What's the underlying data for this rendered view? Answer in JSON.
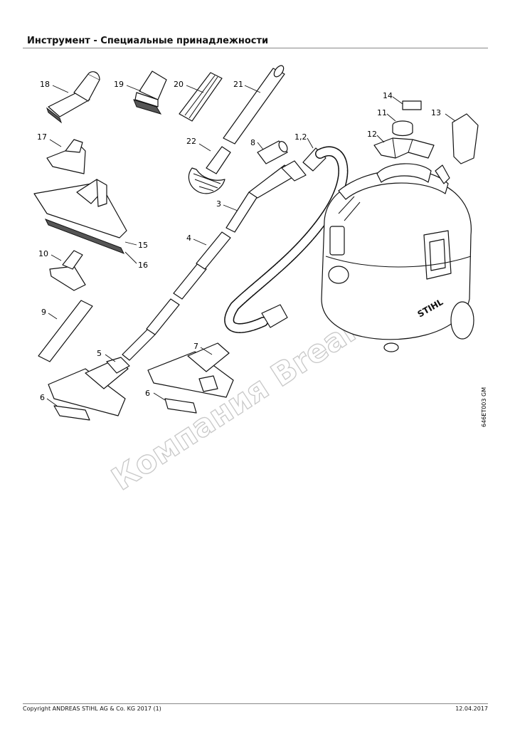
{
  "header": {
    "title": "Инструмент - Специальные принадлежности"
  },
  "callouts": {
    "c18": "18",
    "c19": "19",
    "c20": "20",
    "c21": "21",
    "c22": "22",
    "c17": "17",
    "c15": "15",
    "c16": "16",
    "c10": "10",
    "c9": "9",
    "c5": "5",
    "c6a": "6",
    "c6b": "6",
    "c7": "7",
    "c4": "4",
    "c3": "3",
    "c8": "8",
    "c1_2": "1,2",
    "c14": "14",
    "c11": "11",
    "c12": "12",
    "c13": "13"
  },
  "labels": {
    "drawing_id": "646ET003 GM",
    "watermark": "Компания Breakeven"
  },
  "footer": {
    "copyright": "Copyright ANDREAS STIHL AG & Co. KG 2017 (1)",
    "date": "12.04.2017"
  }
}
